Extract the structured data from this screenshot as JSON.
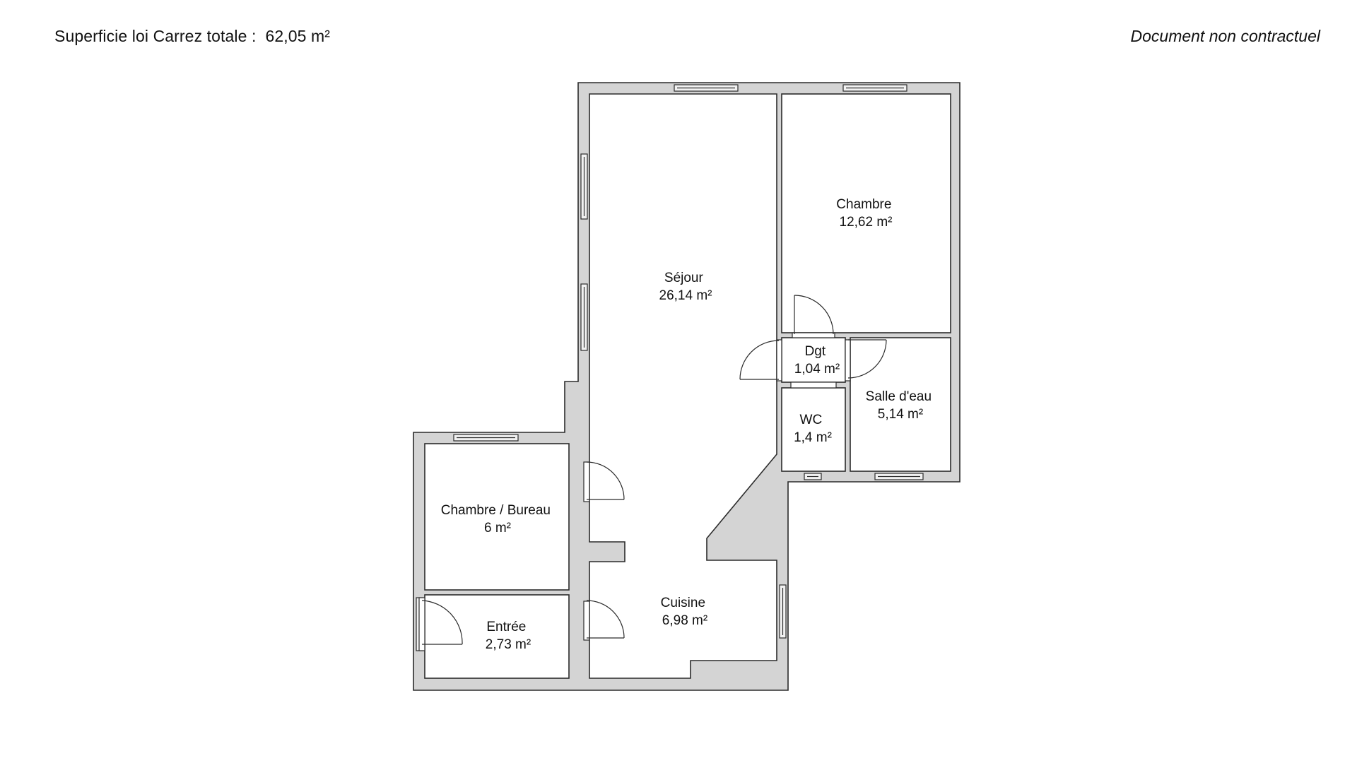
{
  "header": {
    "total_area_label": "Superficie loi Carrez totale :",
    "total_area_value": "62,05 m²",
    "disclaimer": "Document non contractuel"
  },
  "colors": {
    "wall_fill": "#d4d4d4",
    "wall_stroke": "#2b2b2b",
    "room_fill": "#ffffff",
    "text": "#111111"
  },
  "rooms": [
    {
      "name": "Séjour",
      "area": "26,14 m²"
    },
    {
      "name": "Chambre",
      "area": "12,62 m²"
    },
    {
      "name": "Dgt",
      "area": "1,04 m²"
    },
    {
      "name": "Salle d'eau",
      "area": "5,14 m²"
    },
    {
      "name": "WC",
      "area": "1,4 m²"
    },
    {
      "name": "Chambre / Bureau",
      "area": "6 m²"
    },
    {
      "name": "Entrée",
      "area": "2,73 m²"
    },
    {
      "name": "Cuisine",
      "area": "6,98 m²"
    }
  ]
}
